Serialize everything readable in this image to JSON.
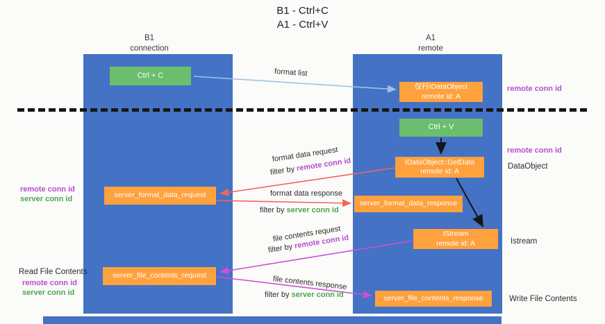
{
  "palette": {
    "lane-blue": "#4472C4",
    "box-orange": "#FFA13D",
    "box-green": "#6BBE6E",
    "arrow-red": "#F4645C",
    "arrow-magenta": "#CE4FD6",
    "arrow-lightblue": "#9DC3E6",
    "arrow-black": "#161616",
    "text-purple": "#B44FD0",
    "text-green": "#4CA64C"
  },
  "title": {
    "line1": "B1 - Ctrl+C",
    "line2": "A1 - Ctrl+V"
  },
  "lanes": {
    "left": {
      "name": "B1",
      "sub": "connection"
    },
    "right": {
      "name": "A1",
      "sub": "remote"
    }
  },
  "nodes": {
    "ctrl_c": {
      "label": "Ctrl + C"
    },
    "ctrl_v": {
      "label": "Ctrl + V"
    },
    "idataobject": {
      "line1": "仅行IDataObject",
      "line2": "remote id: A"
    },
    "getdata": {
      "line1": "IDataObject::GetData",
      "line2": "remote id: A"
    },
    "istream": {
      "line1": "IStream",
      "line2": "remote id: A"
    },
    "format_request": {
      "label": "server_format_data_request"
    },
    "format_response": {
      "label": "server_format_data_response"
    },
    "file_request": {
      "label": "server_file_contents_request"
    },
    "file_response": {
      "label": "server_file_contents_response"
    }
  },
  "edges": {
    "format_list": {
      "label": "format list"
    },
    "format_request": {
      "label": "format data request",
      "filter_prefix": "filter by ",
      "filter_value": "remote conn id"
    },
    "format_response": {
      "label": "format data response",
      "filter_prefix": "filter by ",
      "filter_value": "server conn id"
    },
    "file_request": {
      "label": "file contents request",
      "filter_prefix": "filter by ",
      "filter_value": "remote conn id"
    },
    "file_response": {
      "label": "file contents response",
      "filter_prefix": "filter by ",
      "filter_value": "server conn id"
    }
  },
  "side_labels": {
    "remote_conn_top": "remote conn id",
    "remote_conn_mid": "remote conn id",
    "dataobject": "DataObject",
    "istream": "Istream",
    "write_file": "Write File Contents",
    "read_file": "Read File Contents",
    "left1_remote": "remote conn id",
    "left1_server": "server conn id",
    "left2_remote": "remote conn id",
    "left2_server": "server conn id"
  }
}
